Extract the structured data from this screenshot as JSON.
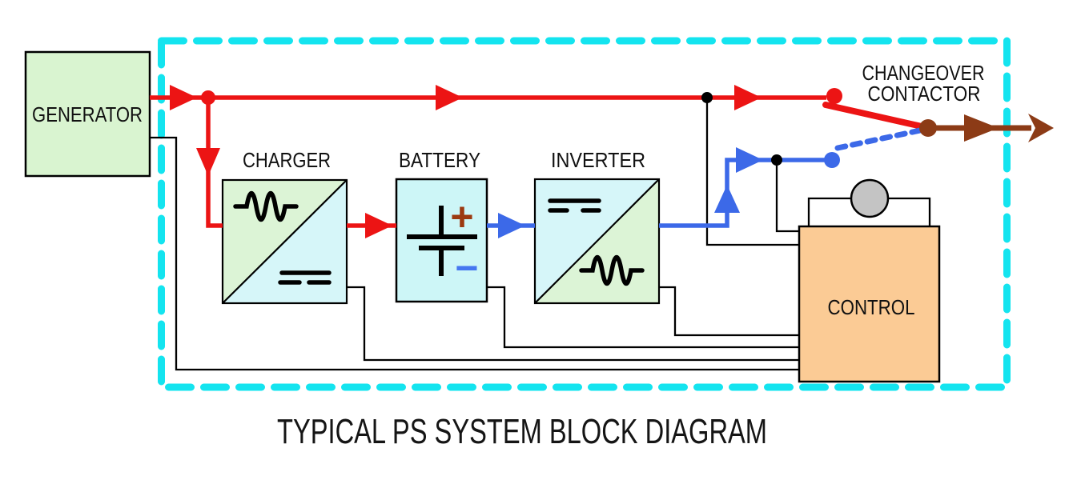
{
  "title": "TYPICAL PS SYSTEM BLOCK DIAGRAM",
  "blocks": {
    "generator": {
      "label": "GENERATOR"
    },
    "charger": {
      "label": "CHARGER"
    },
    "battery": {
      "label": "BATTERY",
      "plus_symbol": "+",
      "minus_symbol": "−"
    },
    "inverter": {
      "label": "INVERTER"
    },
    "control": {
      "label": "CONTROL"
    },
    "changeover": {
      "line1": "CHANGEOVER",
      "line2": "CONTACTOR"
    }
  },
  "colors": {
    "ac_line": "#EC1414",
    "dc_line": "#3C69E8",
    "output_line": "#8C3B16",
    "boundary": "#14E4EF",
    "generator_fill": "#D9F4D0",
    "ac_fill": "#DCF4D6",
    "dc_fill": "#D6F6F9",
    "battery_fill": "#CDF6F7",
    "control_fill": "#FBCB95",
    "coil_fill": "#C4C4C4",
    "plus": "#9C3A10",
    "minus": "#4577F0",
    "wire": "#000000",
    "text": "#111111"
  }
}
